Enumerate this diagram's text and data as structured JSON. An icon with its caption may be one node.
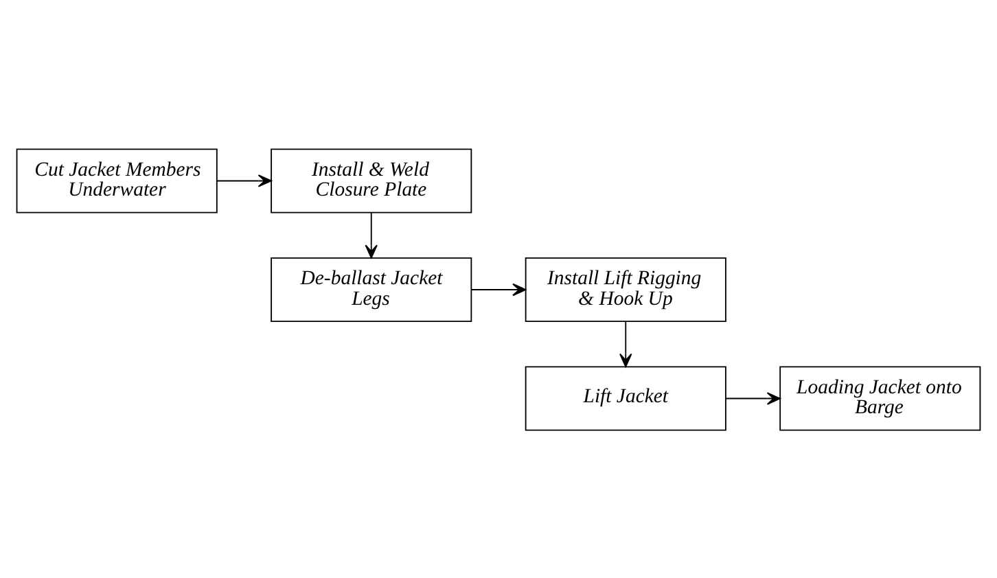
{
  "diagram": {
    "nodes": [
      {
        "text": [
          "Cut Jacket Members Underwater"
        ]
      },
      {
        "text": [
          "Install & Weld Closure Plate"
        ]
      },
      {
        "text": [
          "De-ballast Jacket Legs"
        ]
      },
      {
        "text": [
          "Install Lift Rigging & Hook Up"
        ]
      },
      {
        "text": [
          "Lift Jacket"
        ]
      },
      {
        "text": [
          "Loading Jacket onto Barge"
        ]
      }
    ],
    "edges": [
      {
        "from": 0,
        "to": 1,
        "arrow": "to"
      },
      {
        "from": 1,
        "to": 2,
        "arrow": "to"
      },
      {
        "from": 2,
        "to": 3,
        "arrow": "to"
      },
      {
        "from": 3,
        "to": 4,
        "arrow": "to"
      },
      {
        "from": 4,
        "to": 5,
        "arrow": "to"
      }
    ]
  }
}
